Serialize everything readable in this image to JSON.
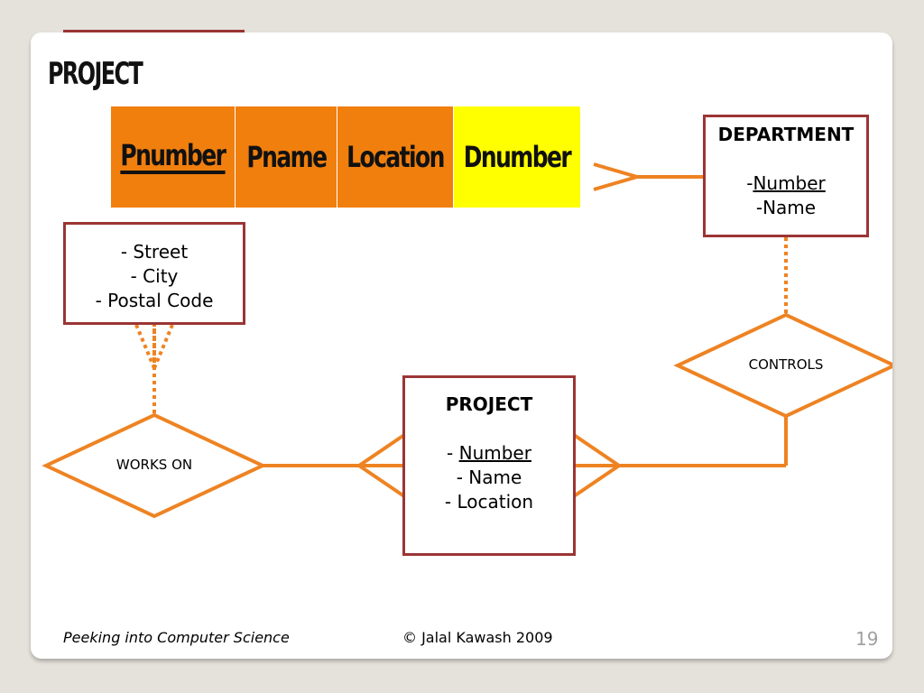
{
  "table": {
    "title": "PROJECT",
    "columns": [
      {
        "label": "Pnumber",
        "primary_key": true,
        "color": "#f07f0e"
      },
      {
        "label": "Pname",
        "primary_key": false,
        "color": "#f07f0e"
      },
      {
        "label": "Location",
        "primary_key": false,
        "color": "#f07f0e"
      },
      {
        "label": "Dnumber",
        "primary_key": false,
        "color": "#ffff00"
      }
    ]
  },
  "entities": {
    "employee_partial": {
      "lines": [
        "- Street",
        "- City",
        "- Postal Code"
      ]
    },
    "department": {
      "title": "DEPARTMENT",
      "key_prefix": "-",
      "key": "Number",
      "attr": "-Name"
    },
    "project": {
      "title": "PROJECT",
      "key_prefix": "- ",
      "key": "Number",
      "attr1": "- Name",
      "attr2": "- Location"
    }
  },
  "relationships": {
    "works_on": "WORKS ON",
    "controls": "CONTROLS"
  },
  "footer": {
    "left": "Peeking into Computer Science",
    "center": "© Jalal Kawash 2009",
    "page": "19"
  },
  "colors": {
    "entity_border": "#9b3535",
    "connector": "#ee8322",
    "background": "#e5e2db"
  }
}
